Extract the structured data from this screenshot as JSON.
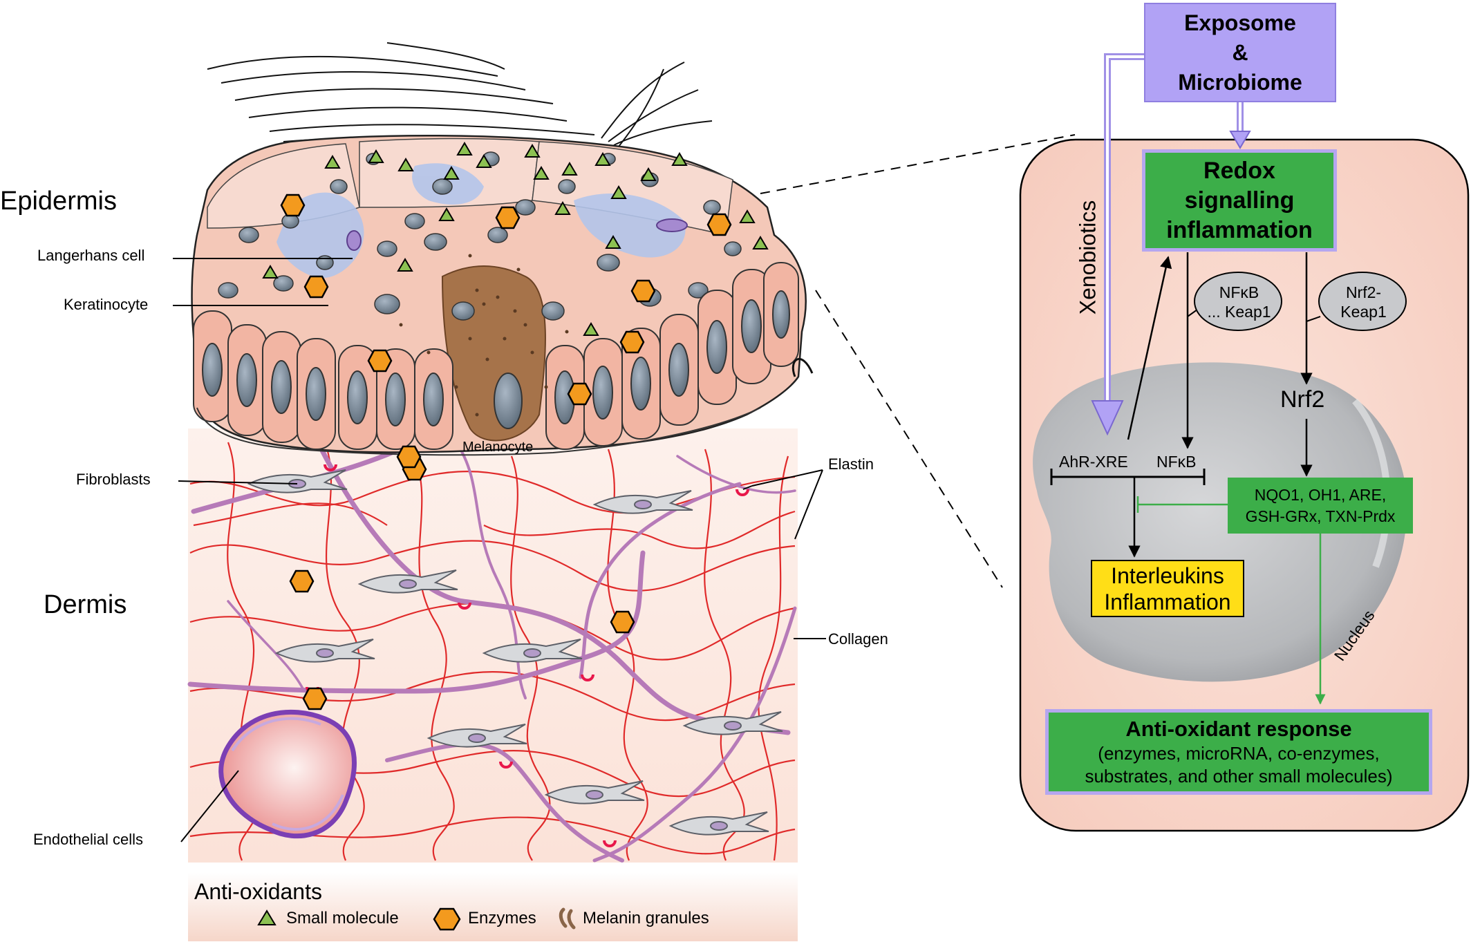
{
  "skin": {
    "epidermis": "Epidermis",
    "dermis": "Dermis",
    "langerhans": "Langerhans cell",
    "keratinocyte": "Keratinocyte",
    "melanocyte": "Melanocyte",
    "fibroblasts": "Fibroblasts",
    "elastin": "Elastin",
    "collagen": "Collagen",
    "endothelial": "Endothelial cells"
  },
  "legend": {
    "title": "Anti-oxidants",
    "small_molecule": "Small molecule",
    "enzymes": "Enzymes",
    "melanin": "Melanin granules"
  },
  "pathway": {
    "exposome": [
      "Exposome",
      "&",
      "Microbiome"
    ],
    "redox": [
      "Redox",
      "signalling",
      "inflammation"
    ],
    "xenobiotics": "Xenobiotics",
    "nfkb_keap": [
      "NFκB",
      "... Keap1"
    ],
    "nrf2_keap": [
      "Nrf2-",
      "Keap1"
    ],
    "nrf2": "Nrf2",
    "ahr": "AhR-XRE",
    "nfkb": "NFκB",
    "targets": [
      "NQO1, OH1, ARE,",
      "GSH-GRx, TXN-Prdx"
    ],
    "interleukins": [
      "Interleukins",
      "Inflammation"
    ],
    "nucleus": "Nucleus",
    "antioxidant_title": "Anti-oxidant response",
    "antioxidant_sub": [
      "(enzymes, microRNA, co-enzymes,",
      "substrates, and other small molecules)"
    ]
  },
  "colors": {
    "green": "#3cae49",
    "purple_box": "#b1a2f5",
    "purple_border": "#a090e6",
    "yellow": "#ffde17",
    "cell_bg": "#f8d7cc",
    "nucleus": "#b9bbbe",
    "orange": "#f39a1e",
    "triangle": "#8cc152",
    "collagen": "#e02a2a",
    "elastin": "#b67ab8"
  }
}
